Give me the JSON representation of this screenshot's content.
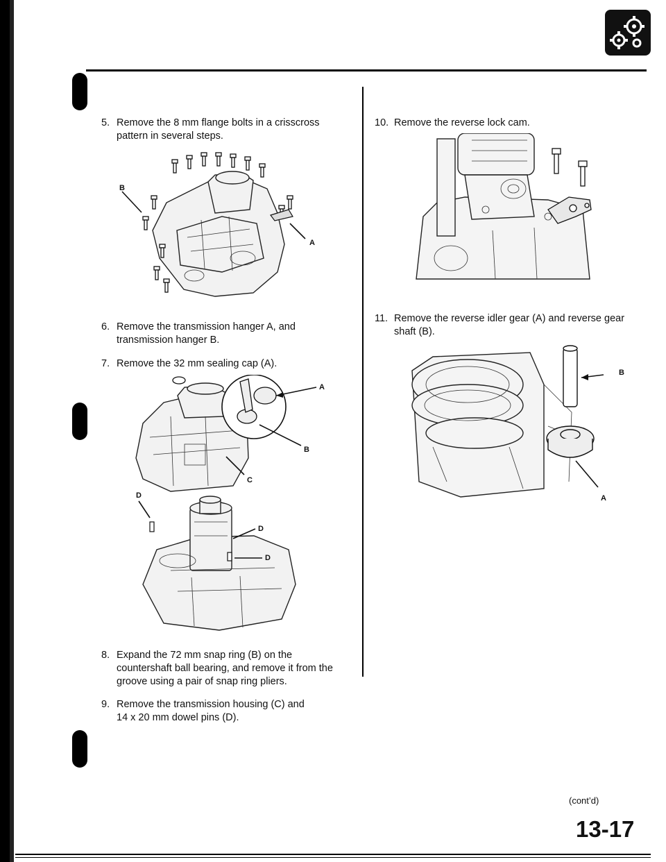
{
  "header": {
    "icon": "gear-cluster-icon"
  },
  "left_column": {
    "steps": [
      {
        "num": "5.",
        "lines": [
          "Remove the 8 mm flange bolts in a crisscross",
          "pattern in several steps."
        ]
      },
      {
        "num": "6.",
        "lines": [
          "Remove the transmission hanger A, and",
          "transmission hanger B."
        ]
      },
      {
        "num": "7.",
        "lines": [
          "Remove the 32 mm sealing cap (A)."
        ]
      },
      {
        "num": "8.",
        "lines": [
          "Expand the 72 mm snap ring (B) on the",
          "countershaft ball bearing, and remove it from the",
          "groove using a pair of snap ring pliers."
        ]
      },
      {
        "num": "9.",
        "lines": [
          "Remove the transmission housing (C) and",
          "14 x 20 mm dowel pins (D)."
        ]
      }
    ],
    "fig1_labels": {
      "b": "B",
      "a": "A"
    },
    "fig2_labels": {
      "a": "A",
      "b": "B",
      "c": "C"
    },
    "fig3_labels": {
      "d1": "D",
      "d2": "D",
      "d3": "D"
    }
  },
  "right_column": {
    "steps": [
      {
        "num": "10.",
        "lines": [
          "Remove the reverse lock cam."
        ]
      },
      {
        "num": "11.",
        "lines": [
          "Remove the reverse idler gear (A) and reverse gear",
          "shaft (B)."
        ]
      }
    ],
    "fig5_labels": {
      "b": "B",
      "a": "A"
    }
  },
  "footer": {
    "contd": "(cont’d)",
    "page_number": "13-17"
  }
}
